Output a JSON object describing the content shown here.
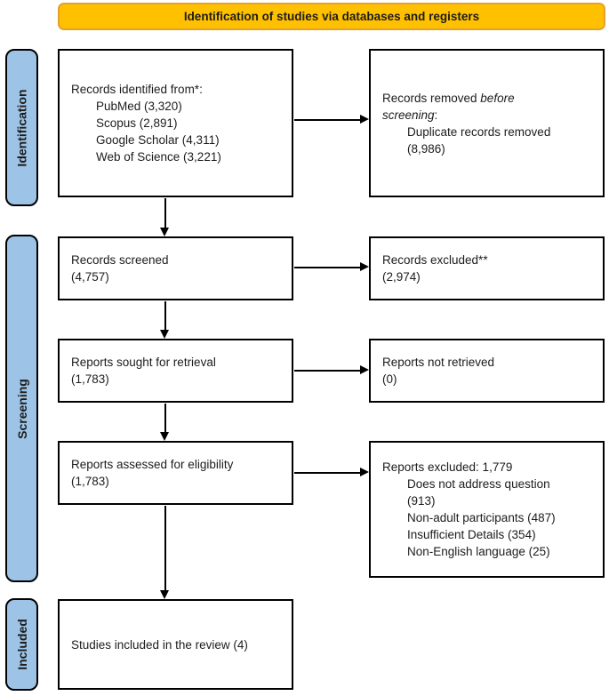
{
  "banner": {
    "label": "Identification of studies via databases and registers"
  },
  "stages": [
    {
      "id": "identification",
      "label": "Identification"
    },
    {
      "id": "screening",
      "label": "Screening"
    },
    {
      "id": "included",
      "label": "Included"
    }
  ],
  "colors": {
    "background": "#FFFFFF",
    "banner_fill": "#FFC000",
    "banner_border": "#E5A129",
    "stage_fill": "#9DC3E6",
    "stage_border": "#000000",
    "box_border": "#000000",
    "arrow": "#000000"
  },
  "boxes": {
    "records_identified": {
      "title": "Records identified from*:",
      "items": [
        "PubMed (3,320)",
        "Scopus (2,891)",
        "Google Scholar (4,311)",
        "Web of Science (3,221)"
      ]
    },
    "records_removed": {
      "line1_text": "Records removed ",
      "line1_italic": "before",
      "line2_italic": "screening",
      "line2_text": ":",
      "item_lines": [
        "Duplicate records removed",
        "(8,986)"
      ]
    },
    "records_screened": {
      "lines": [
        "Records screened",
        "(4,757)"
      ]
    },
    "records_excluded": {
      "lines": [
        "Records excluded**",
        "(2,974)"
      ]
    },
    "reports_sought": {
      "lines": [
        "Reports sought for retrieval",
        "(1,783)"
      ]
    },
    "reports_not_retrieved": {
      "lines": [
        "Reports not retrieved",
        "(0)"
      ]
    },
    "reports_assessed": {
      "lines": [
        "Reports assessed for eligibility",
        "(1,783)"
      ]
    },
    "reports_excluded": {
      "title": "Reports excluded: 1,779",
      "item_lines": [
        "Does not address question",
        "(913)",
        "Non-adult participants (487)",
        "Insufficient Details (354)",
        "Non-English language (25)"
      ]
    },
    "studies_included": {
      "lines": [
        "Studies included in the review (4)"
      ]
    }
  }
}
